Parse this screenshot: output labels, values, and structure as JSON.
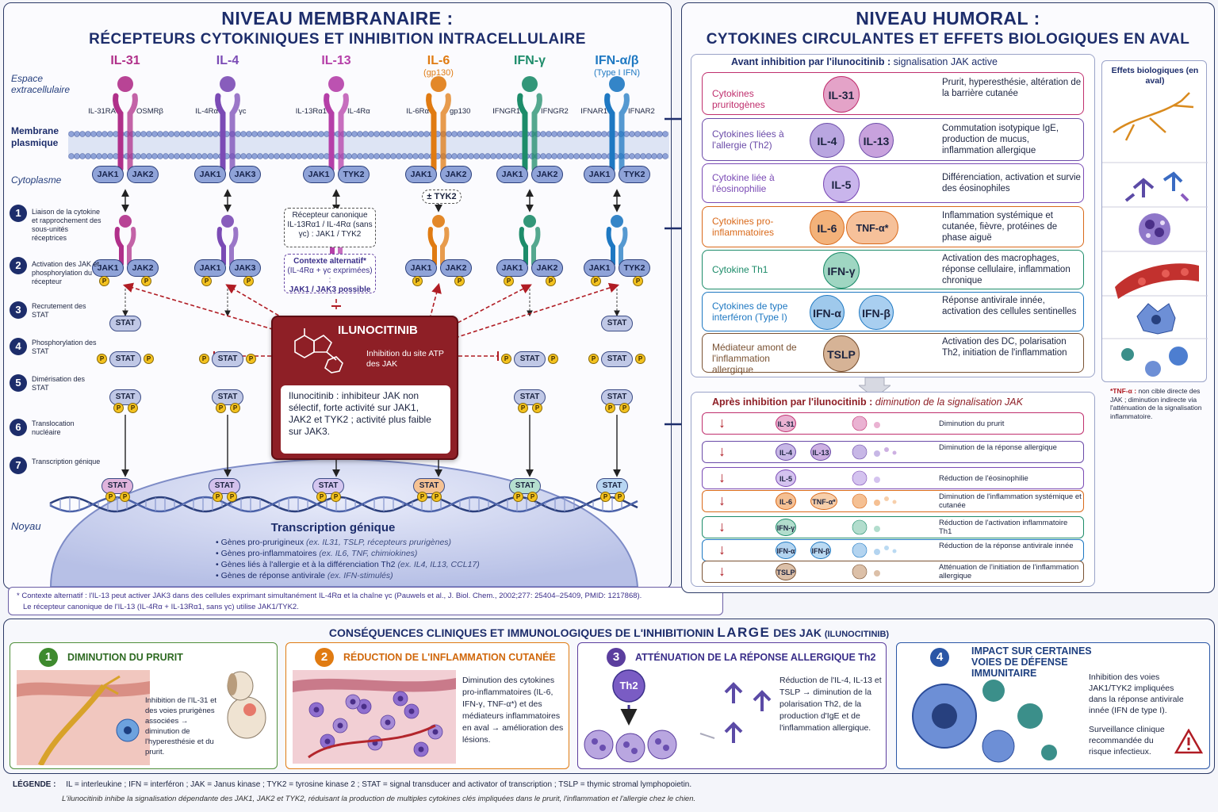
{
  "left": {
    "title1": "NIVEAU MEMBRANAIRE :",
    "title2": "RÉCEPTEURS CYTOKINIQUES ET INHIBITION INTRACELLULAIRE",
    "zone_extra": "Espace extracellulaire",
    "zone_membrane": "Membrane plasmique",
    "zone_cyto": "Cytoplasme",
    "zone_noyau": "Noyau",
    "receptors": [
      {
        "name": "IL-31",
        "sub": "",
        "chainL": "IL-31RA",
        "chainR": "OSMRβ",
        "jakL": "JAK1",
        "jakR": "JAK2",
        "color": "#b0308a"
      },
      {
        "name": "IL-4",
        "sub": "",
        "chainL": "IL-4Rα",
        "chainR": "γc",
        "jakL": "JAK1",
        "jakR": "JAK3",
        "color": "#7b4bb5"
      },
      {
        "name": "IL-13",
        "sub": "",
        "chainL": "IL-13Rα1",
        "chainR": "IL-4Rα",
        "jakL": "JAK1",
        "jakR": "TYK2",
        "color": "#b53fa8"
      },
      {
        "name": "IL-6",
        "sub": "(gp130)",
        "chainL": "IL-6Rα",
        "chainR": "gp130",
        "jakL": "JAK1",
        "jakR": "JAK2",
        "color": "#e07b12"
      },
      {
        "name": "IFN-γ",
        "sub": "",
        "chainL": "IFNGR1",
        "chainR": "IFNGR2",
        "jakL": "JAK1",
        "jakR": "JAK2",
        "color": "#1d8c6a"
      },
      {
        "name": "IFN-α/β",
        "sub": "(Type I IFN)",
        "chainL": "IFNAR1",
        "chainR": "IFNAR2",
        "jakL": "JAK1",
        "jakR": "TYK2",
        "color": "#1e78c2"
      }
    ],
    "tyk2_opt": "± TYK2",
    "steps": [
      "Liaison de la cytokine et rapprochement des sous-unités réceptrices",
      "Activation des JAK et phosphorylation du récepteur",
      "Recrutement des STAT",
      "Phosphorylation des STAT",
      "Dimérisation des STAT",
      "Translocation nucléaire",
      "Transcription génique"
    ],
    "il13_canon": "Récepteur canonique IL-13Rα1 / IL-4Rα (sans γc) : JAK1 / TYK2",
    "il13_alt_title": "Contexte alternatif*",
    "il13_alt_text": "(IL-4Rα + γc exprimées) :",
    "il13_alt_jak": "JAK1 / JAK3 possible",
    "stat": "STAT",
    "p": "P",
    "ilu_title": "ILUNOCITINIB",
    "ilu_sub": "Inhibition du site ATP des JAK",
    "ilu_text": "Ilunocitinib : inhibiteur JAK non sélectif, forte activité sur JAK1, JAK2 et TYK2 ; activité plus faible sur JAK3.",
    "gene_title": "Transcription génique",
    "genes": [
      {
        "t": "Gènes pro-prurigineux ",
        "e": "(ex. IL31, TSLP, récepteurs prurigènes)"
      },
      {
        "t": "Gènes pro-inflammatoires ",
        "e": "(ex. IL6, TNF, chimiokines)"
      },
      {
        "t": "Gènes liés à l'allergie et à la différenciation Th2 ",
        "e": "(ex. IL4, IL13, CCL17)"
      },
      {
        "t": "Gènes de réponse antivirale ",
        "e": "(ex. IFN-stimulés)"
      }
    ],
    "note1": "* Contexte alternatif : l'IL-13 peut activer JAK3 dans des cellules exprimant simultanément IL-4Rα et la chaîne γc (Pauwels et al., J. Biol. Chem., 2002;277: 25404–25409, PMID: 1217868).",
    "note2": "Le récepteur canonique de l'IL-13 (IL-4Rα + IL-13Rα1, sans γc) utilise JAK1/TYK2."
  },
  "right": {
    "title1": "NIVEAU HUMORAL :",
    "title2": "CYTOKINES CIRCULANTES ET EFFETS BIOLOGIQUES EN AVAL",
    "before_bold": "Avant inhibition par l'ilunocitinib :",
    "before_rest": " signalisation JAK active",
    "rows": [
      {
        "cat": "Cytokines pruritogènes",
        "balls": [
          "IL-31"
        ],
        "desc": "Prurit, hyperesthésie, altération de la barrière cutanée",
        "color": "#c0306e",
        "ballcolors": [
          "#e4a3c8"
        ]
      },
      {
        "cat": "Cytokines liées à l'allergie (Th2)",
        "balls": [
          "IL-4",
          "IL-13"
        ],
        "desc": "Commutation isotypique IgE, production de mucus, inflammation allergique",
        "color": "#6b4ba8",
        "ballcolors": [
          "#b9a6e0",
          "#c8a2dd"
        ]
      },
      {
        "cat": "Cytokine liée à l'éosinophilie",
        "balls": [
          "IL-5"
        ],
        "desc": "Différenciation, activation et survie des éosinophiles",
        "color": "#7b4bb5",
        "ballcolors": [
          "#c9b5ec"
        ]
      },
      {
        "cat": "Cytokines pro-inflammatoires",
        "balls": [
          "IL-6",
          "TNF-α*"
        ],
        "desc": "Inflammation systémique et cutanée, fièvre, protéines de phase aiguë",
        "color": "#d9691a",
        "ballcolors": [
          "#f3b27a",
          "#f6c19a"
        ]
      },
      {
        "cat": "Cytokine Th1",
        "balls": [
          "IFN-γ"
        ],
        "desc": "Activation des macrophages, réponse cellulaire, inflammation chronique",
        "color": "#1d8c6a",
        "ballcolors": [
          "#9fd6c2"
        ]
      },
      {
        "cat": "Cytokines de type interféron (Type I)",
        "balls": [
          "IFN-α",
          "IFN-β"
        ],
        "desc": "Réponse antivirale innée, activation des cellules sentinelles",
        "color": "#1e78c2",
        "ballcolors": [
          "#9fc9ec",
          "#a9cff0"
        ]
      },
      {
        "cat": "Médiateur amont de l'inflammation allergique",
        "balls": [
          "TSLP"
        ],
        "desc": "Activation des DC, polarisation Th2, initiation de l'inflammation",
        "color": "#7a5233",
        "ballcolors": [
          "#d6b396"
        ]
      }
    ],
    "after_bold": "Après inhibition par l'ilunocitinib :",
    "after_rest": " diminution de la signalisation JAK",
    "after_rows": [
      {
        "balls": [
          "IL-31"
        ],
        "txt": "Diminution du prurit",
        "color": "#c0306e",
        "ballcolors": [
          "#eab2d2"
        ]
      },
      {
        "balls": [
          "IL-4",
          "IL-13"
        ],
        "txt": "Diminution de la réponse allergique",
        "color": "#6b4ba8",
        "ballcolors": [
          "#c7b7e6",
          "#cdb0e2"
        ]
      },
      {
        "balls": [
          "IL-5"
        ],
        "txt": "Réduction de l'éosinophilie",
        "color": "#7b4bb5",
        "ballcolors": [
          "#d4c3ef"
        ]
      },
      {
        "balls": [
          "IL-6",
          "TNF-α*"
        ],
        "txt": "Diminution de l'inflammation systémique et cutanée",
        "color": "#d9691a",
        "ballcolors": [
          "#f5c093",
          "#f7cfab"
        ]
      },
      {
        "balls": [
          "IFN-γ"
        ],
        "txt": "Réduction de l'activation inflammatoire Th1",
        "color": "#1d8c6a",
        "ballcolors": [
          "#b2ddcd"
        ]
      },
      {
        "balls": [
          "IFN-α",
          "IFN-β"
        ],
        "txt": "Réduction de la réponse antivirale innée",
        "color": "#1e78c2",
        "ballcolors": [
          "#b3d4f0",
          "#badaf2"
        ]
      },
      {
        "balls": [
          "TSLP"
        ],
        "txt": "Atténuation de l'initiation de l'inflammation allergique",
        "color": "#7a5233",
        "ballcolors": [
          "#dcc0a8"
        ]
      }
    ],
    "effects_title": "Effets biologiques (en aval)",
    "tnf_note_bold": "*TNF-α :",
    "tnf_note": " non cible directe des JAK ; diminution indirecte via l'atténuation de la signalisation inflammatoire."
  },
  "bottom": {
    "title_main": "CONSÉQUENCES  CLINIQUES  ET  IMMUNOLOGIQUES  DE  L'INHIBITIONIN ",
    "title_large": "LARGE",
    "title_end": " DES JAK ",
    "title_small": "(ILUNOCITINIB)",
    "cards": [
      {
        "num": "1",
        "title": "DIMINUTION DU PRURIT",
        "text": "Inhibition de l'IL-31 et des voies prurigènes associées → diminution de l'hyperesthésie et du prurit.",
        "color": "#3e8a2e"
      },
      {
        "num": "2",
        "title": "RÉDUCTION DE L'INFLAMMATION CUTANÉE",
        "text": "Diminution des cytokines pro-inflammatoires (IL-6, IFN-γ, TNF-α*) et des médiateurs inflammatoires en aval → amélioration des lésions.",
        "color": "#e07b12"
      },
      {
        "num": "3",
        "title": "ATTÉNUATION DE LA RÉPONSE ALLERGIQUE Th2",
        "text": "Réduction de l'IL-4, IL-13 et TSLP → diminution de la polarisation Th2, de la production d'IgE et de l'inflammation allergique.",
        "color": "#5b3e9e"
      },
      {
        "num": "4",
        "title": "IMPACT SUR CERTAINES VOIES DE DÉFENSE IMMUNITAIRE",
        "text": "Inhibition des voies JAK1/TYK2 impliquées dans la réponse antivirale innée (IFN de type I).",
        "text2": "Surveillance clinique recommandée du risque infectieux.",
        "color": "#2a56a6"
      }
    ],
    "th2": "Th2"
  },
  "legend": {
    "label": "LÉGENDE :",
    "text": "IL = interleukine ; IFN = interféron ; JAK = Janus kinase ; TYK2 = tyrosine kinase 2 ; STAT = signal transducer and activator of transcription ; TSLP = thymic stromal lymphopoietin.",
    "sub": "L'ilunocitinib inhibe la signalisation dépendante des JAK1, JAK2 et TYK2, réduisant la production de multiples cytokines clés impliquées dans le prurit, l'inflammation et l'allergie chez le chien."
  }
}
